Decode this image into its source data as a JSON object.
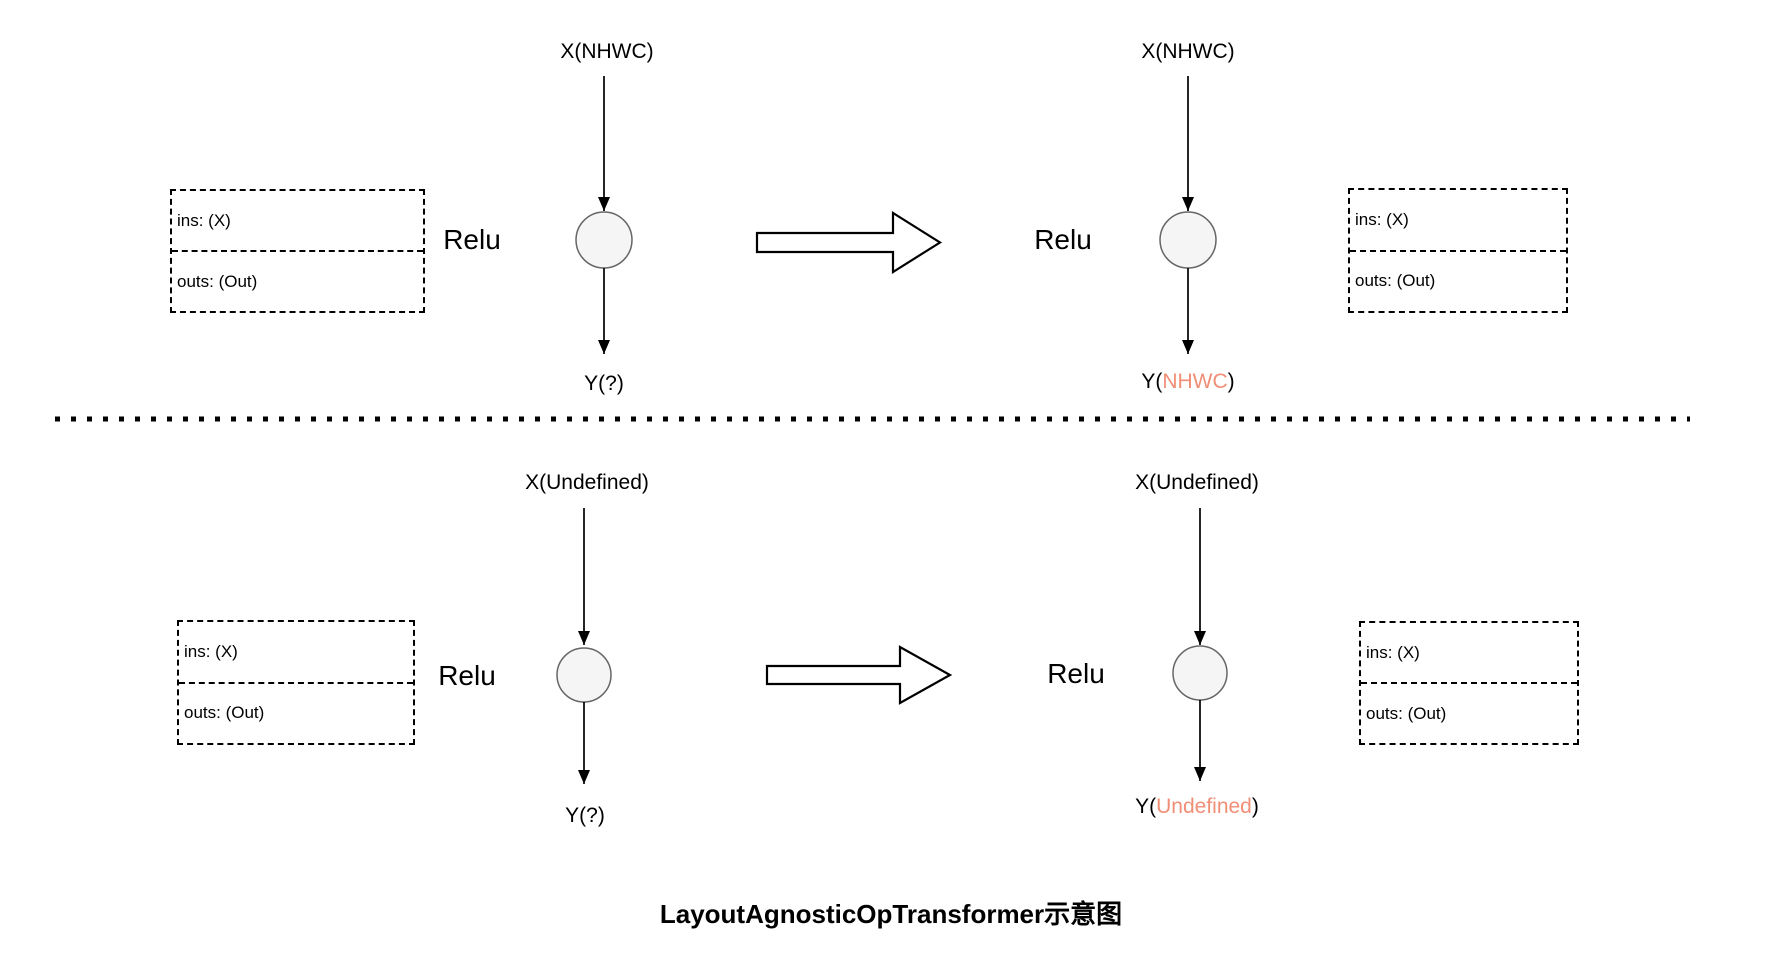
{
  "colors": {
    "highlight": "#F08E76",
    "node_fill": "#F5F5F5",
    "node_stroke": "#666666"
  },
  "title": "LayoutAgnosticOpTransformer示意图",
  "flows": {
    "top_left": {
      "input": "X(NHWC)",
      "op": "Relu",
      "output_prefix": "Y(",
      "output_value": "?",
      "output_suffix": ")",
      "ins": "ins: (X)",
      "outs": "outs: (Out)"
    },
    "top_right": {
      "input": "X(NHWC)",
      "op": "Relu",
      "output_prefix": "Y(",
      "output_value": "NHWC",
      "output_suffix": ")",
      "ins": "ins: (X)",
      "outs": "outs: (Out)"
    },
    "bottom_left": {
      "input": "X(Undefined)",
      "op": "Relu",
      "output_prefix": "Y(",
      "output_value": "?",
      "output_suffix": ")",
      "ins": "ins: (X)",
      "outs": "outs: (Out)"
    },
    "bottom_right": {
      "input": "X(Undefined)",
      "op": "Relu",
      "output_prefix": "Y(",
      "output_value": "Undefined",
      "output_suffix": ")",
      "ins": "ins: (X)",
      "outs": "outs: (Out)"
    }
  }
}
